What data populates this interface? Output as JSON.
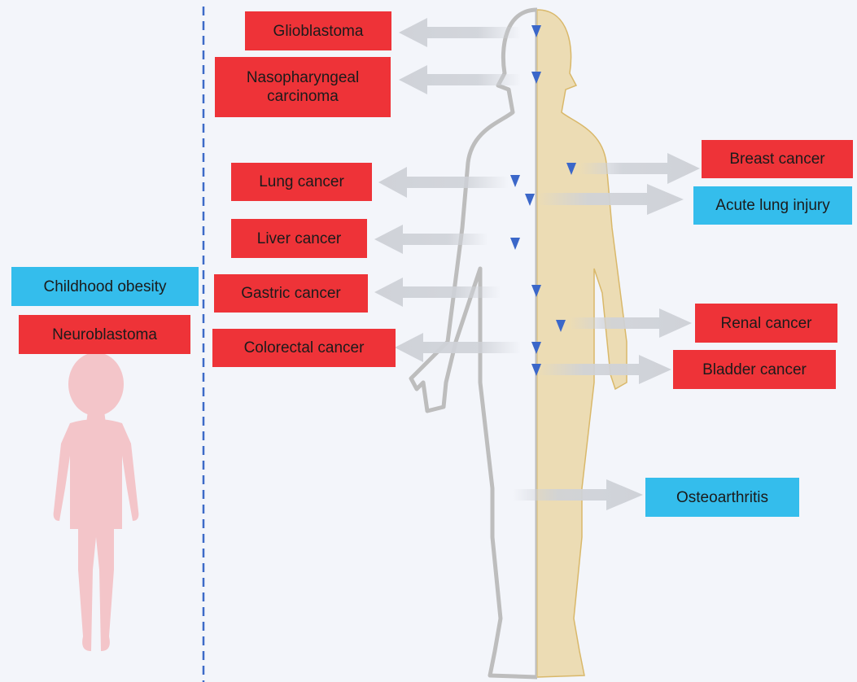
{
  "colors": {
    "cancer": "#ee3338",
    "non_cancer": "#34bdec",
    "marker": "#3b67c9",
    "child_silhouette": "#f3c5c9",
    "adult_outline": "#bdbdbd",
    "adult_fill": "#ecdcb4",
    "arrow": "#cfd2d8",
    "divider": "#3d6ac7"
  },
  "icons": {
    "child": "child-silhouette-icon",
    "adult": "adult-body-outline-icon",
    "marker": "triangle-marker-icon",
    "arrow": "arrow-icon"
  },
  "child_diseases": [
    {
      "label": "Childhood obesity",
      "category": "non_cancer"
    },
    {
      "label": "Neuroblastoma",
      "category": "cancer"
    }
  ],
  "adult_diseases_left": [
    {
      "label": "Glioblastoma",
      "category": "cancer"
    },
    {
      "label": "Nasopharyngeal\ncarcinoma",
      "category": "cancer"
    },
    {
      "label": "Lung cancer",
      "category": "cancer"
    },
    {
      "label": "Liver cancer",
      "category": "cancer"
    },
    {
      "label": "Gastric cancer",
      "category": "cancer"
    },
    {
      "label": "Colorectal cancer",
      "category": "cancer"
    }
  ],
  "adult_diseases_right": [
    {
      "label": "Breast cancer",
      "category": "cancer"
    },
    {
      "label": "Acute lung injury",
      "category": "non_cancer"
    },
    {
      "label": "Renal cancer",
      "category": "cancer"
    },
    {
      "label": "Bladder cancer",
      "category": "cancer"
    },
    {
      "label": "Osteoarthritis",
      "category": "non_cancer"
    }
  ]
}
